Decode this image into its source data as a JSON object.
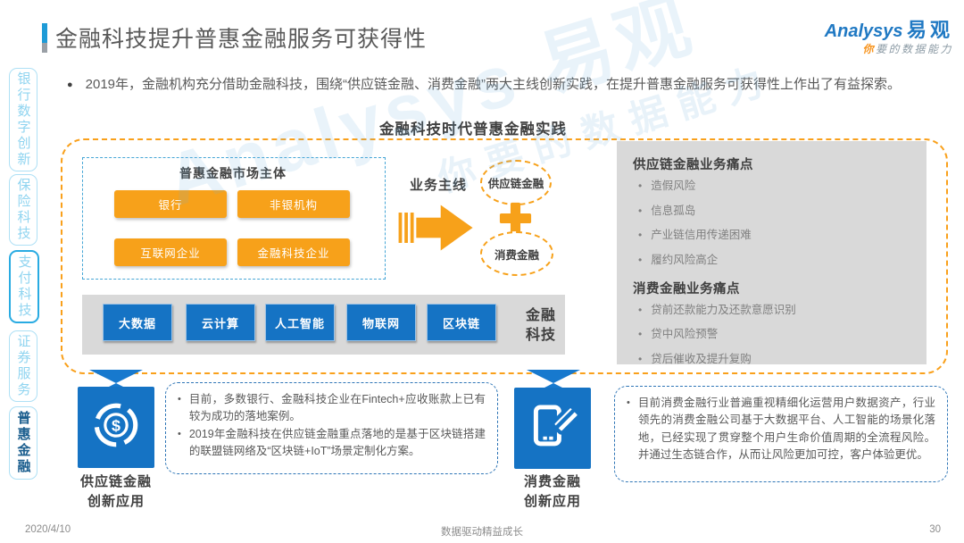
{
  "header": {
    "title": "金融科技提升普惠金融服务可获得性",
    "logo": {
      "brand_en": "Analysys",
      "brand_cn": "易观",
      "tagline_first": "你",
      "tagline_rest": "要的数据能力"
    }
  },
  "sidebar": {
    "items": [
      {
        "label": "银行数字创新",
        "active": false
      },
      {
        "label": "保险科技",
        "active": false
      },
      {
        "label": "支付科技",
        "active": false
      },
      {
        "label": "证券服务",
        "active": false
      },
      {
        "label": "普惠金融",
        "active": true
      }
    ]
  },
  "intro_bullet": "2019年，金融机构充分借助金融科技，围绕“供应链金融、消费金融”两大主线创新实践，在提升普惠金融服务可获得性上作出了有益探索。",
  "diagram": {
    "title": "金融科技时代普惠金融实践",
    "market_box": {
      "title": "普惠金融市场主体",
      "entities": [
        "银行",
        "非银机构",
        "互联网企业",
        "金融科技企业"
      ]
    },
    "business_line_label": "业务主线",
    "ellipses": [
      "供应链金融",
      "消费金融"
    ],
    "pain_points": {
      "sections": [
        {
          "heading": "供应链金融业务痛点",
          "items": [
            "造假风险",
            "信息孤岛",
            "产业链信用传递困难",
            "履约风险高企"
          ]
        },
        {
          "heading": "消费金融业务痛点",
          "items": [
            "贷前还款能力及还款意愿识别",
            "贷中风险预警",
            "贷后催收及提升复购"
          ]
        }
      ]
    },
    "fintech_bar": {
      "technologies": [
        "大数据",
        "云计算",
        "人工智能",
        "物联网",
        "区块链"
      ],
      "label": "金融科技"
    }
  },
  "applications": [
    {
      "icon": "dollar-donut",
      "label_line1": "供应链金融",
      "label_line2": "创新应用",
      "bullets": [
        "目前，多数银行、金融科技企业在Fintech+应收账款上已有较为成功的落地案例。",
        "2019年金融科技在供应链金融重点落地的是基于区块链搭建的联盟链网络及“区块链+IoT”场景定制化方案。"
      ]
    },
    {
      "icon": "mobile-card",
      "label_line1": "消费金融",
      "label_line2": "创新应用",
      "bullets": [
        "目前消费金融行业普遍重视精细化运营用户数据资产，行业领先的消费金融公司基于大数据平台、人工智能的场景化落地，已经实现了贯穿整个用户生命价值周期的全流程风险。并通过生态链合作，从而让风险更加可控，客户体验更优。"
      ]
    }
  ],
  "watermark": {
    "line1": "Analysys 易观",
    "line2": "你要的数据能力"
  },
  "footer": {
    "date": "2020/4/10",
    "center": "数据驱动精益成长",
    "page": "30"
  },
  "colors": {
    "accent_orange": "#F7A11A",
    "button_blue": "#1573C4",
    "sidebar_blue": "#29ABE2",
    "gray_panel": "#D9D9D9",
    "dark_text": "#404040",
    "brand_blue": "#2079C3"
  }
}
